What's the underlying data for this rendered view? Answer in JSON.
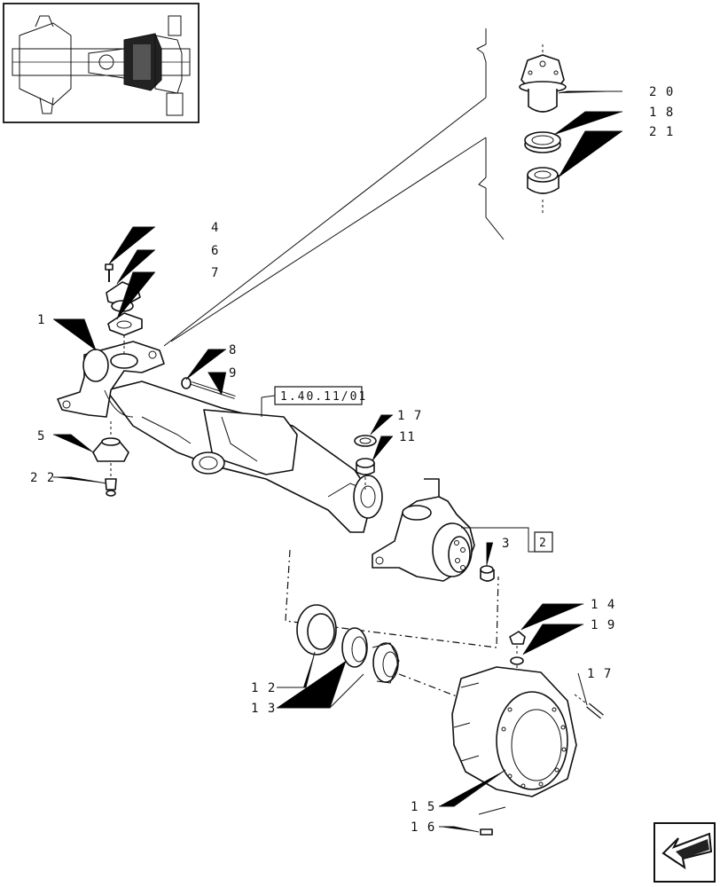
{
  "reference_box": "1.40.11/01",
  "side_box": "2",
  "callouts": [
    "1",
    "2",
    "3",
    "4",
    "5",
    "6",
    "7",
    "8",
    "9",
    "11",
    "12",
    "13",
    "14",
    "15",
    "16",
    "17",
    "18",
    "19",
    "20",
    "21",
    "22"
  ],
  "labels": {
    "n1": "1",
    "n3": "3",
    "n4": "4",
    "n5": "5",
    "n6": "6",
    "n7": "7",
    "n8": "8",
    "n9": "9",
    "n11": "11",
    "n12": "1 2",
    "n13": "1 3",
    "n14": "1 4",
    "n15": "1 5",
    "n16": "1 6",
    "n17a": "1 7",
    "n17b": "1 7",
    "n18": "1 8",
    "n19": "1 9",
    "n20": "2 0",
    "n21": "2 1",
    "n22": "2 2",
    "box2": "2",
    "ref": "1.40.11/01"
  },
  "icons": {
    "thumbnail": "axle-overview-thumbnail",
    "nav": "back-arrow-icon"
  }
}
